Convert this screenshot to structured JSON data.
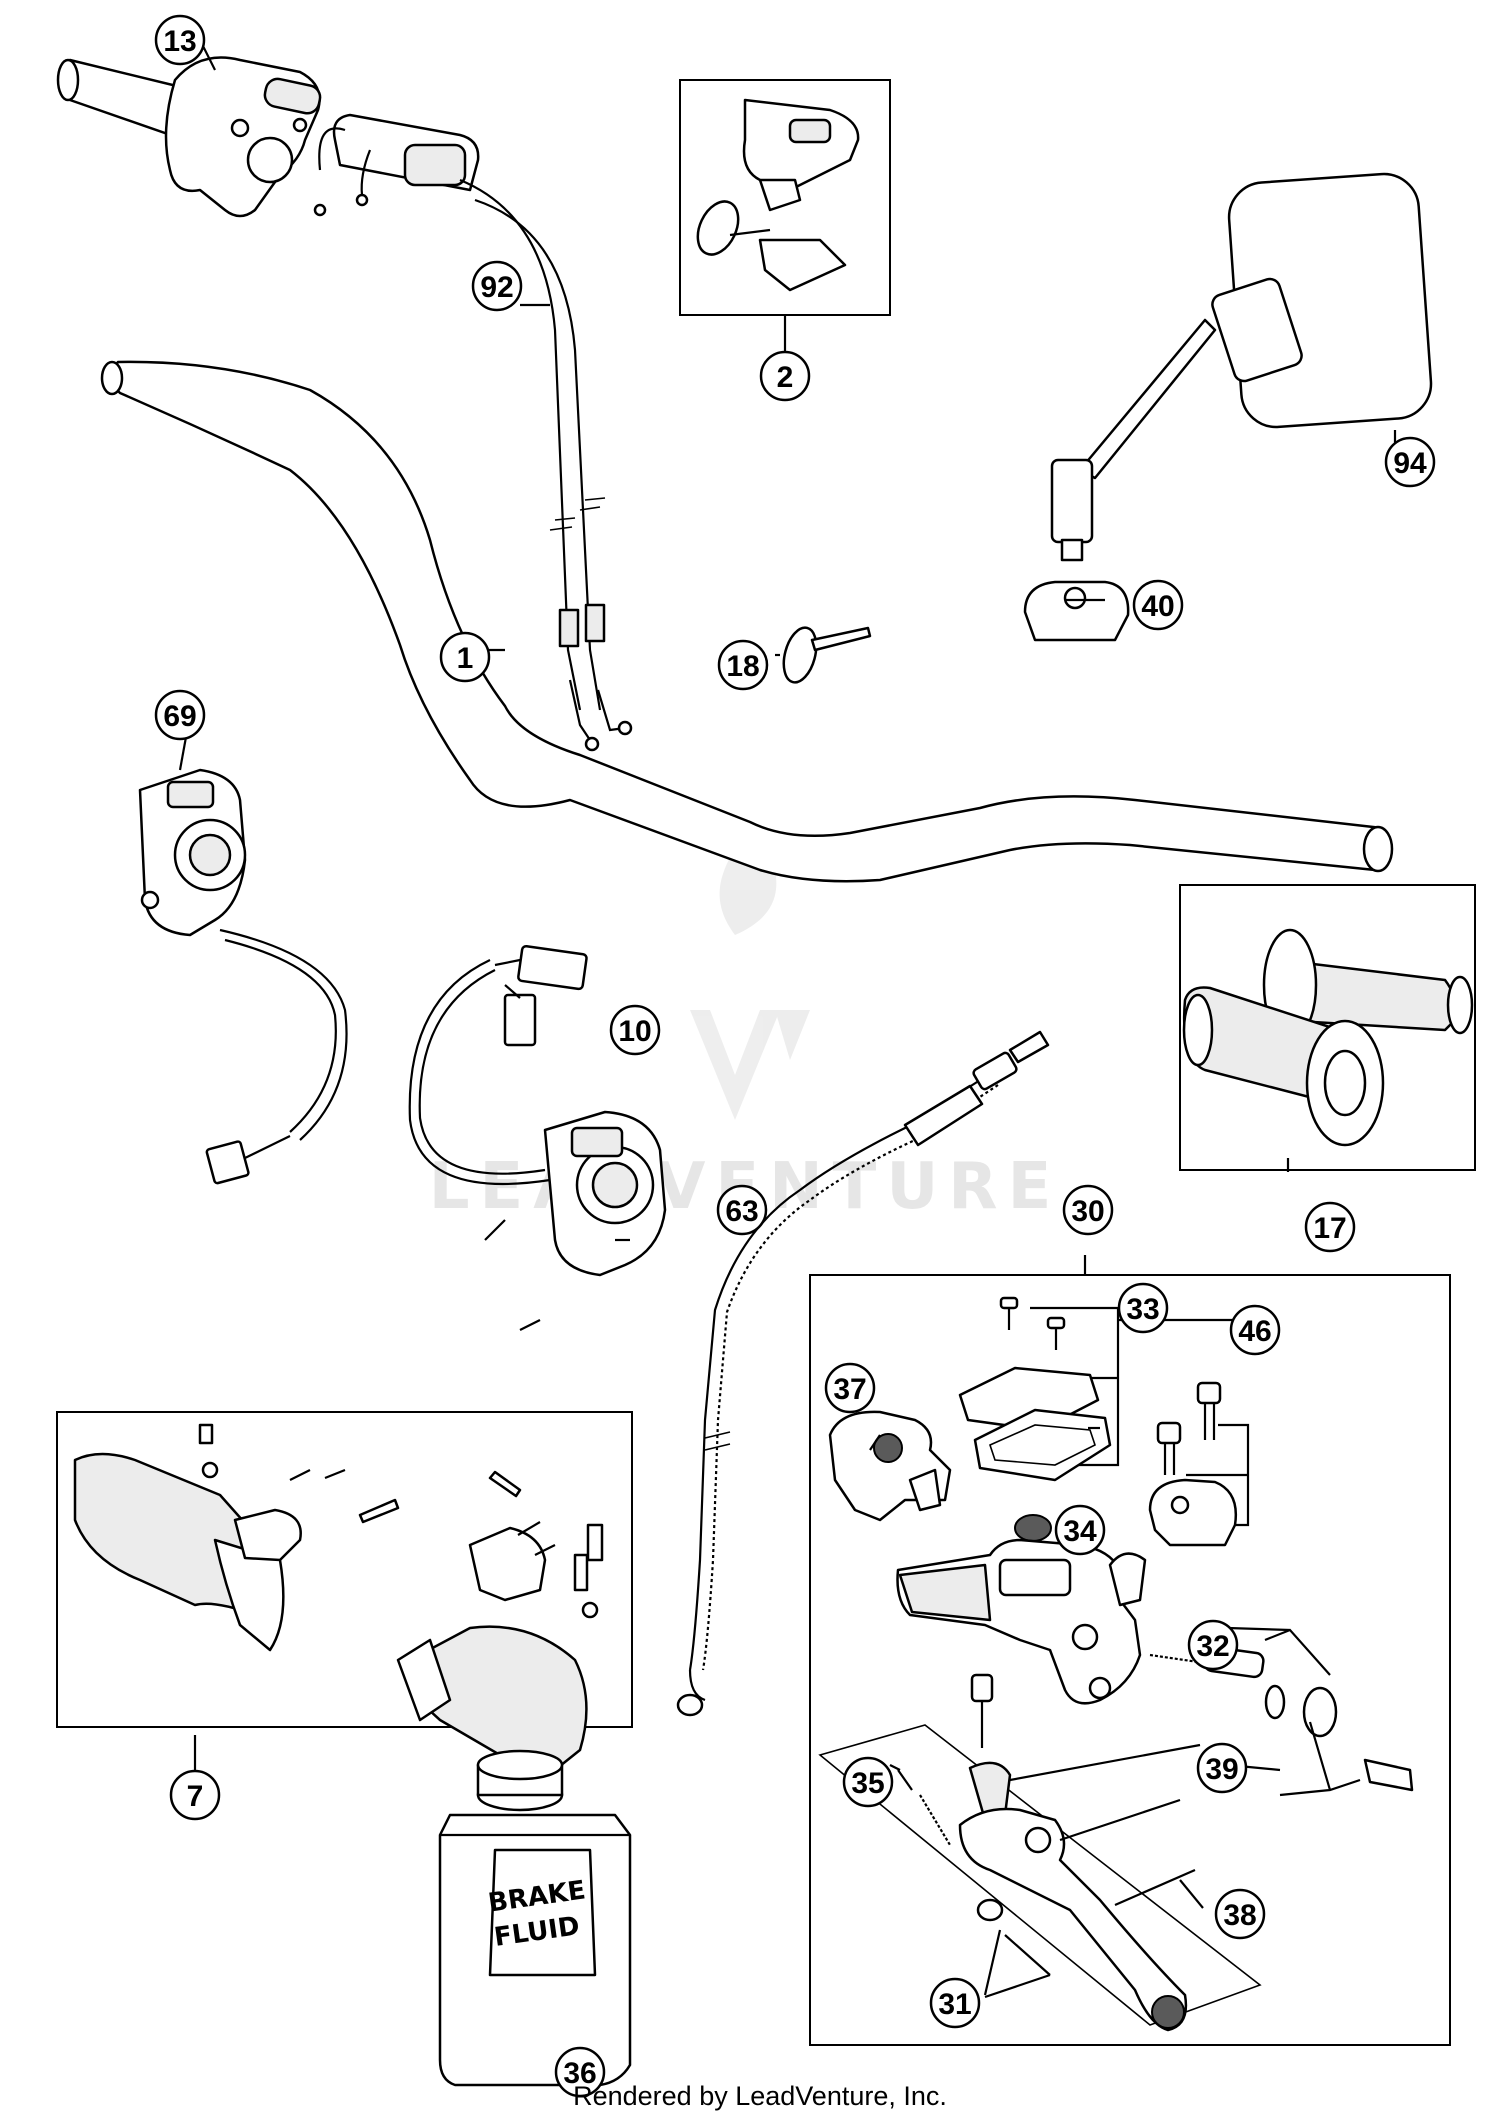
{
  "diagram": {
    "watermark": "LEADVENTURE",
    "footer": "Rendered by LeadVenture, Inc.",
    "can_label_line1": "BRAKE",
    "can_label_line2": "FLUID",
    "callouts": [
      {
        "id": "c13",
        "label": "13"
      },
      {
        "id": "c92",
        "label": "92"
      },
      {
        "id": "c2",
        "label": "2"
      },
      {
        "id": "c94",
        "label": "94"
      },
      {
        "id": "c18",
        "label": "18"
      },
      {
        "id": "c40",
        "label": "40"
      },
      {
        "id": "c1",
        "label": "1"
      },
      {
        "id": "c69",
        "label": "69"
      },
      {
        "id": "c10",
        "label": "10"
      },
      {
        "id": "c63",
        "label": "63"
      },
      {
        "id": "c30",
        "label": "30"
      },
      {
        "id": "c17",
        "label": "17"
      },
      {
        "id": "c33",
        "label": "33"
      },
      {
        "id": "c46",
        "label": "46"
      },
      {
        "id": "c37",
        "label": "37"
      },
      {
        "id": "c34",
        "label": "34"
      },
      {
        "id": "c32",
        "label": "32"
      },
      {
        "id": "c39",
        "label": "39"
      },
      {
        "id": "c35",
        "label": "35"
      },
      {
        "id": "c38",
        "label": "38"
      },
      {
        "id": "c31",
        "label": "31"
      },
      {
        "id": "c7",
        "label": "7"
      },
      {
        "id": "c36",
        "label": "36"
      }
    ]
  }
}
